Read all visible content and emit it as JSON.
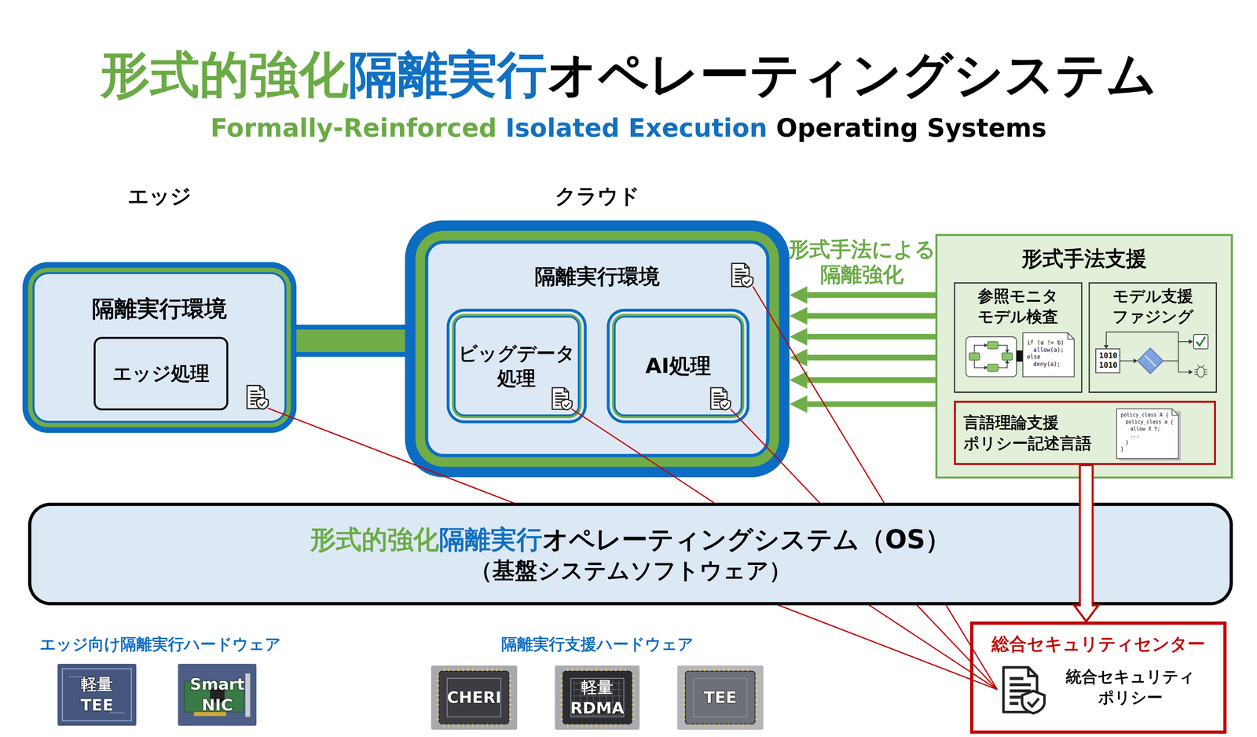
{
  "diagram": {
    "title": "形式的強化隔離実行オペレーティングシステム",
    "nodes": [
      {
        "text": [
          "エッジ",
          "隔離実行環境"
        ]
      },
      {
        "text": [
          "エッジ処理"
        ],
        "in": 0
      },
      {
        "text": [
          "クラウド",
          "隔離実行環境"
        ]
      },
      {
        "text": [
          "ビッグデータ 処理"
        ],
        "in": 2
      },
      {
        "text": [
          "AI処理"
        ],
        "in": 2
      },
      {
        "text": [
          "形式手法支援"
        ]
      },
      {
        "text": [
          "参照モニタ モデル検査"
        ],
        "in": 5
      },
      {
        "text": [
          "モデル支援 ファジング"
        ],
        "in": 5
      },
      {
        "text": [
          "言語理論支援 ポリシー記述言語"
        ],
        "in": 5
      },
      {
        "text": [
          "形式的強化隔離実行オペレーティングシステム（OS）",
          "（基盤システムソフトウェア）"
        ]
      },
      {
        "text": [
          "軽量 TEE"
        ]
      },
      {
        "text": [
          "Smart NIC"
        ]
      },
      {
        "text": [
          "CHERI"
        ]
      },
      {
        "text": [
          "軽量 RDMA"
        ]
      },
      {
        "text": [
          "TEE"
        ]
      },
      {
        "text": [
          "総合セキュリティセンター",
          "統合セキュリティ ポリシー"
        ]
      }
    ],
    "edges": [
      {
        "from": 0,
        "to": 2,
        "arrow": "none"
      },
      {
        "from": 5,
        "to": 2,
        "arrow": "to",
        "label": "形式手法による 隔離強化"
      },
      {
        "from": 5,
        "to": 2,
        "arrow": "to"
      },
      {
        "from": 5,
        "to": 2,
        "arrow": "to"
      },
      {
        "from": 5,
        "to": 2,
        "arrow": "to"
      },
      {
        "from": 5,
        "to": 2,
        "arrow": "to"
      },
      {
        "from": 5,
        "to": 2,
        "arrow": "to"
      },
      {
        "from": 8,
        "to": 15,
        "arrow": "to"
      },
      {
        "from": 0,
        "to": 15,
        "arrow": "none"
      },
      {
        "from": 3,
        "to": 15,
        "arrow": "none"
      },
      {
        "from": 4,
        "to": 15,
        "arrow": "none"
      },
      {
        "from": 2,
        "to": 15,
        "arrow": "none"
      }
    ],
    "labels": [
      "Formally-Reinforced Isolated Execution Operating Systems",
      "エッジ向け隔離実行ハードウェア",
      "隔離実行支援ハードウェア",
      "if (a != b)",
      "allow(a);",
      "else",
      "deny(a);",
      "1010",
      "1010",
      "policy_class A {",
      "policy_class a {",
      "allow X Y;",
      "...",
      "}",
      "}"
    ]
  }
}
